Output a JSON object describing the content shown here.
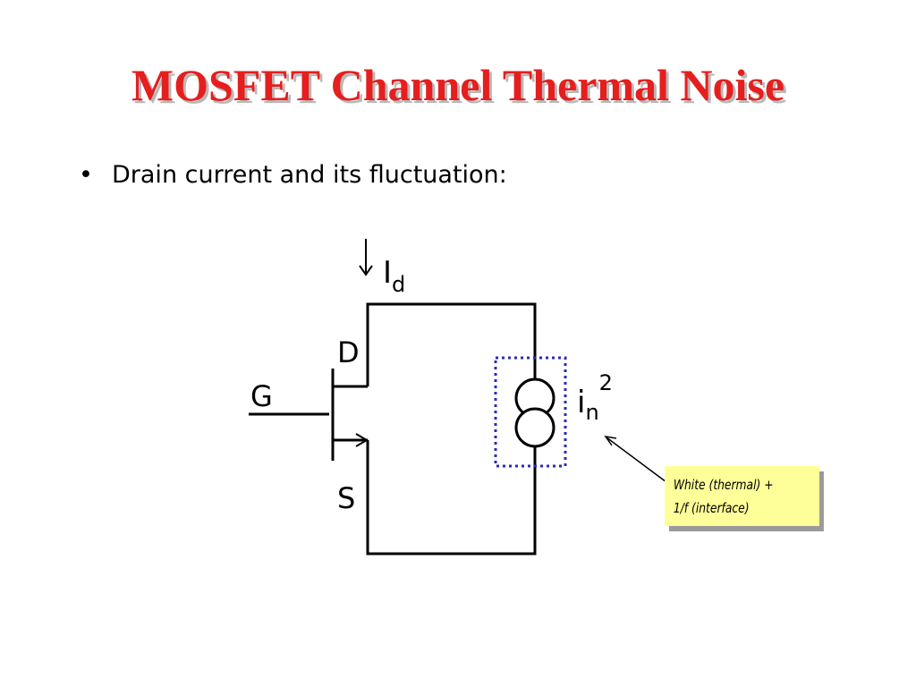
{
  "slide": {
    "title": "MOSFET Channel Thermal Noise",
    "bullet_text": "Drain current and its fluctuation:",
    "bullet_symbol": "•"
  },
  "colors": {
    "title": "#e61e1e",
    "wire": "#000000",
    "dotted_box": "#2b2bb8",
    "callout_bg": "#ffff99"
  },
  "circuit": {
    "current_label_main": "I",
    "current_label_sub": "d",
    "drain_label": "D",
    "gate_label": "G",
    "source_label": "S",
    "noise_label_main": "i",
    "noise_label_sub": "n",
    "noise_label_sup": "2"
  },
  "callout": {
    "line1": "White (thermal)  +",
    "line2": "1/f (interface)"
  }
}
